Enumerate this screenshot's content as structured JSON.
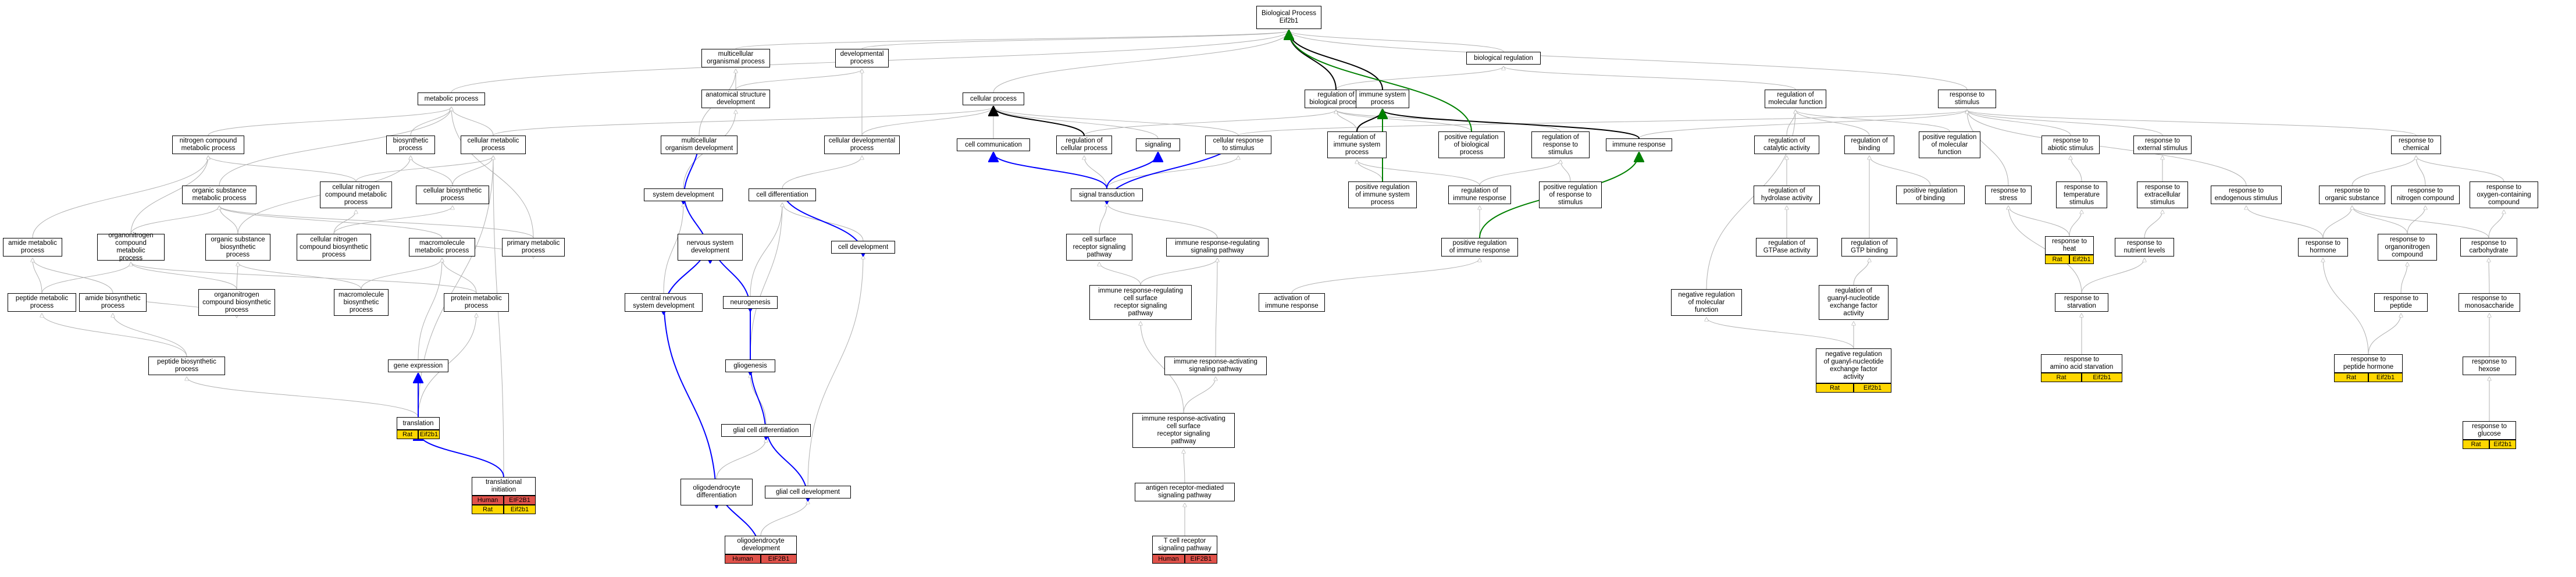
{
  "graph": {
    "root": "Biological Process\nEif2b1",
    "nodes": {
      "bp": "Biological Process\nEif2b1",
      "mop": "multicellular\norganismal process",
      "dev": "developmental\nprocess",
      "breg": "biological regulation",
      "metab": "metabolic process",
      "asd": "anatomical structure\ndevelopment",
      "cellp": "cellular process",
      "rbp": "regulation of\nbiological process",
      "isp": "immune system\nprocess",
      "rmf": "regulation of\nmolecular function",
      "rts": "response to\nstimulus",
      "ncmp": "nitrogen compound\nmetabolic process",
      "bios": "biosynthetic\nprocess",
      "cmet": "cellular metabolic\nprocess",
      "mod": "multicellular\norganism development",
      "cdp": "cellular developmental\nprocess",
      "ccomm": "cell communication",
      "rcp": "regulation of\ncellular process",
      "signaling": "signaling",
      "crs": "cellular response\nto stimulus",
      "risp": "regulation of\nimmune system\nprocess",
      "prbp": "positive regulation\nof biological\nprocess",
      "rrs": "regulation of\nresponse to\nstimulus",
      "ir": "immune response",
      "rcat": "regulation of\ncatalytic activity",
      "rbind": "regulation of\nbinding",
      "prmf": "positive regulation\nof molecular\nfunction",
      "rabs": "response to\nabiotic stimulus",
      "rexs": "response to\nexternal stimulus",
      "rchem": "response to\nchemical",
      "osmp": "organic substance\nmetabolic process",
      "cncmp": "cellular nitrogen\ncompound metabolic\nprocess",
      "cbios": "cellular biosynthetic\nprocess",
      "sysdev": "system development",
      "celldiff": "cell differentiation",
      "sigtrans": "signal transduction",
      "prisp": "positive regulation\nof immune system\nprocess",
      "rir": "regulation of\nimmune response",
      "prrs": "positive regulation\nof response to\nstimulus",
      "rha": "regulation of\nhydrolase activity",
      "prb": "positive regulation\nof binding",
      "rstress": "response to\nstress",
      "rtemp": "response to\ntemperature\nstimulus",
      "rextra": "response to\nextracellular\nstimulus",
      "rendo": "response to\nendogenous stimulus",
      "ros": "response to\norganic substance",
      "rnc": "response to\nnitrogen compound",
      "roc": "response to\noxygen-containing\ncompound",
      "amp": "amide metabolic\nprocess",
      "onmp": "organonitrogen\ncompound metabolic\nprocess",
      "osbp": "organic substance\nbiosynthetic\nprocess",
      "cncbp": "cellular nitrogen\ncompound biosynthetic\nprocess",
      "mmp": "macromolecule\nmetabolic process",
      "pmp": "primary metabolic\nprocess",
      "nsd": "nervous system\ndevelopment",
      "celldev": "cell development",
      "csrsp": "cell surface\nreceptor signaling\npathway",
      "irrsp": "immune response-regulating\nsignaling pathway",
      "prir": "positive regulation\nof immune response",
      "rgtp": "regulation of\nGTPase activity",
      "rgtpb": "regulation of\nGTP binding",
      "rheat": "response to\nheat",
      "rnl": "response to\nnutrient levels",
      "rhorm": "response to\nhormone",
      "rocc": "response to\norganonitrogen\ncompound",
      "rcarb": "response to\ncarbohydrate",
      "pepmp": "peptide metabolic\nprocess",
      "abp": "amide biosynthetic\nprocess",
      "ocbp": "organonitrogen\ncompound biosynthetic\nprocess",
      "mbp": "macromolecule\nbiosynthetic\nprocess",
      "protmp": "protein metabolic\nprocess",
      "cnsd": "central nervous\nsystem development",
      "neuro": "neurogenesis",
      "irrcsrsp": "immune response-regulating\ncell surface\nreceptor signaling\npathway",
      "actir": "activation of\nimmune response",
      "nrmf": "negative regulation\nof molecular\nfunction",
      "rgnef": "regulation of\nguanyl-nucleotide\nexchange factor\nactivity",
      "rstarv": "response to\nstarvation",
      "rpep": "response to\npeptide",
      "rmono": "response to\nmonosaccharide",
      "pbp": "peptide biosynthetic\nprocess",
      "gexp": "gene expression",
      "irasp": "immune response-activating\nsignaling pathway",
      "glio": "gliogenesis",
      "nrgnef": "negative regulation\nof guanyl-nucleotide\nexchange factor\nactivity",
      "raas": "response to\namino acid starvation",
      "rph": "response to\npeptide hormone",
      "rhex": "response to\nhexose",
      "transl": "translation",
      "gcd": "glial cell differentiation",
      "iracsr": "immune response-activating\ncell surface\nreceptor signaling\npathway",
      "rgluc": "response to\nglucose",
      "ti": "translational\ninitiation",
      "gcdev": "glial cell development",
      "arsp": "antigen receptor-mediated\nsignaling pathway",
      "odiff": "oligodendrocyte\ndifferentiation",
      "odev": "oligodendrocyte\ndevelopment",
      "tcr": "T cell receptor\nsignaling pathway"
    },
    "annotations": {
      "transl": [
        [
          "Rat",
          "Eif2b1"
        ]
      ],
      "ti": [
        [
          "Human",
          "EIF2B1"
        ],
        [
          "Rat",
          "Eif2b1"
        ]
      ],
      "odev": [
        [
          "Human",
          "EIF2B1"
        ]
      ],
      "tcr": [
        [
          "Human",
          "EIF2B1"
        ]
      ],
      "nrgnef": [
        [
          "Rat",
          "Eif2b1"
        ]
      ],
      "rheat": [
        [
          "Rat",
          "Eif2b1"
        ]
      ],
      "raas": [
        [
          "Rat",
          "Eif2b1"
        ]
      ],
      "rph": [
        [
          "Rat",
          "Eif2b1"
        ]
      ],
      "rgluc": [
        [
          "Rat",
          "Eif2b1"
        ]
      ]
    },
    "colors": {
      "rat": "#ffd700",
      "human": "#e0524a",
      "is_a": "#b0b0b0",
      "part_of": "#000000",
      "positively_regulates": "#0000ff",
      "regulates": "#008000"
    }
  }
}
